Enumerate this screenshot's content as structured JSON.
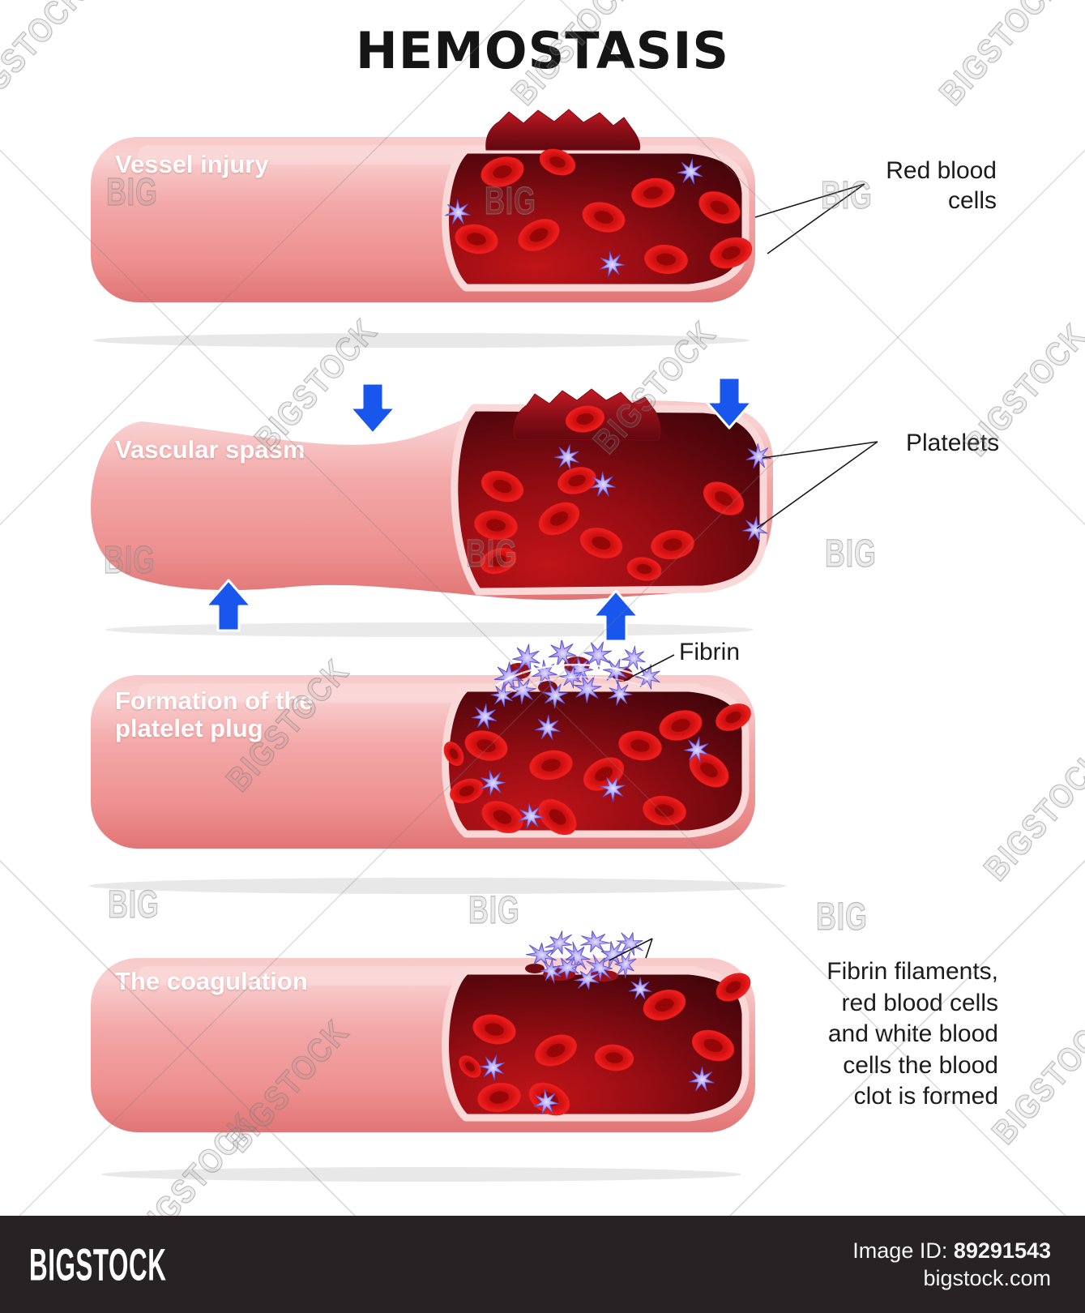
{
  "title": "HEMOSTASIS",
  "sections": [
    {
      "id": "vessel-injury",
      "label": "Vessel injury"
    },
    {
      "id": "vascular-spasm",
      "label": "Vascular spasm"
    },
    {
      "id": "platelet-plug",
      "label": [
        "Formation of the",
        "platelet plug"
      ]
    },
    {
      "id": "coagulation",
      "label": "The coagulation"
    }
  ],
  "annotations": {
    "red_blood_cells": [
      "Red blood",
      "cells"
    ],
    "platelets": "Platelets",
    "fibrin": "Fibrin",
    "coagulation_note": [
      "Fibrin filaments,",
      "red blood cells",
      "and white blood",
      "cells the blood",
      "clot is formed"
    ]
  },
  "watermarks": {
    "big": "BIG",
    "bigstock": "BIGSTOCK"
  },
  "footer": {
    "logo": "BIGSTOCK",
    "image_id_label": "Image ID:",
    "image_id": "89291543",
    "site": "bigstock.com"
  },
  "colors": {
    "arrow_blue": "#1856ee",
    "vessel_pink": "#f2a0a0",
    "lumen_red": "#960d13",
    "rbc_red": "#d31111",
    "platelet_purple": "#8a7cec",
    "footer_bg": "#272324",
    "title_black": "#151515"
  }
}
